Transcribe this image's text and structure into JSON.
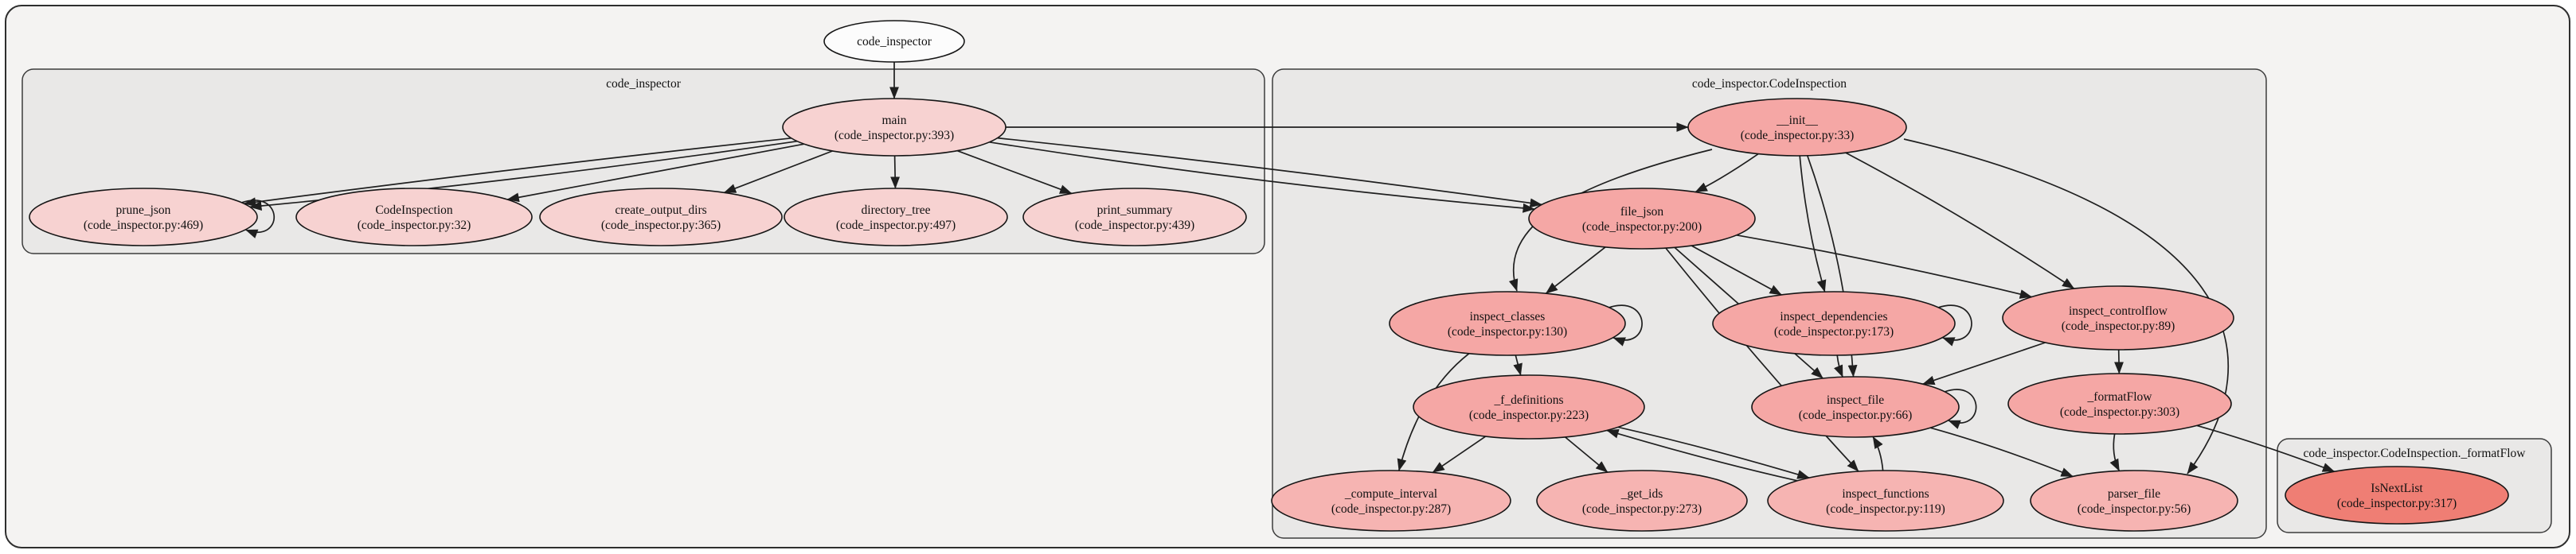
{
  "diagram": {
    "type": "call-graph",
    "colors": {
      "canvas_fill": "#f4f3f2",
      "cluster_fill": "#e9e8e7",
      "border": "#2e2e2e",
      "edge": "#1f1f1f",
      "node_root_fill": "#fcfcfc",
      "node_light_pink": "#f7d2d1",
      "node_mid_pink": "#f5a7a5",
      "node_soft_pink": "#f6b4b2",
      "node_deep_red": "#ef7e74"
    },
    "clusters": [
      {
        "id": "mod",
        "title": "code_inspector"
      },
      {
        "id": "cls",
        "title": "code_inspector.CodeInspection"
      },
      {
        "id": "fmt",
        "title": "code_inspector.CodeInspection._formatFlow"
      }
    ],
    "nodes": [
      {
        "id": "code_inspector",
        "cluster": null,
        "label": "code_inspector",
        "loc": "",
        "fill": "#fcfcfc"
      },
      {
        "id": "main",
        "cluster": "mod",
        "label": "main",
        "loc": "(code_inspector.py:393)",
        "fill": "#f7d2d1"
      },
      {
        "id": "prune_json",
        "cluster": "mod",
        "label": "prune_json",
        "loc": "(code_inspector.py:469)",
        "fill": "#f7d2d1"
      },
      {
        "id": "CodeInspection",
        "cluster": "mod",
        "label": "CodeInspection",
        "loc": "(code_inspector.py:32)",
        "fill": "#f7d2d1"
      },
      {
        "id": "create_output_dirs",
        "cluster": "mod",
        "label": "create_output_dirs",
        "loc": "(code_inspector.py:365)",
        "fill": "#f7d2d1"
      },
      {
        "id": "directory_tree",
        "cluster": "mod",
        "label": "directory_tree",
        "loc": "(code_inspector.py:497)",
        "fill": "#f7d2d1"
      },
      {
        "id": "print_summary",
        "cluster": "mod",
        "label": "print_summary",
        "loc": "(code_inspector.py:439)",
        "fill": "#f7d2d1"
      },
      {
        "id": "__init__",
        "cluster": "cls",
        "label": "__init__",
        "loc": "(code_inspector.py:33)",
        "fill": "#f5a7a5"
      },
      {
        "id": "file_json",
        "cluster": "cls",
        "label": "file_json",
        "loc": "(code_inspector.py:200)",
        "fill": "#f5a7a5"
      },
      {
        "id": "inspect_classes",
        "cluster": "cls",
        "label": "inspect_classes",
        "loc": "(code_inspector.py:130)",
        "fill": "#f5a7a5"
      },
      {
        "id": "inspect_dependencies",
        "cluster": "cls",
        "label": "inspect_dependencies",
        "loc": "(code_inspector.py:173)",
        "fill": "#f5a7a5"
      },
      {
        "id": "inspect_controlflow",
        "cluster": "cls",
        "label": "inspect_controlflow",
        "loc": "(code_inspector.py:89)",
        "fill": "#f5a7a5"
      },
      {
        "id": "_f_definitions",
        "cluster": "cls",
        "label": "_f_definitions",
        "loc": "(code_inspector.py:223)",
        "fill": "#f5a7a5"
      },
      {
        "id": "inspect_file",
        "cluster": "cls",
        "label": "inspect_file",
        "loc": "(code_inspector.py:66)",
        "fill": "#f5a7a5"
      },
      {
        "id": "_formatFlow",
        "cluster": "cls",
        "label": "_formatFlow",
        "loc": "(code_inspector.py:303)",
        "fill": "#f5a7a5"
      },
      {
        "id": "_compute_interval",
        "cluster": "cls",
        "label": "_compute_interval",
        "loc": "(code_inspector.py:287)",
        "fill": "#f6b4b2"
      },
      {
        "id": "_get_ids",
        "cluster": "cls",
        "label": "_get_ids",
        "loc": "(code_inspector.py:273)",
        "fill": "#f6b4b2"
      },
      {
        "id": "inspect_functions",
        "cluster": "cls",
        "label": "inspect_functions",
        "loc": "(code_inspector.py:119)",
        "fill": "#f6b4b2"
      },
      {
        "id": "parser_file",
        "cluster": "cls",
        "label": "parser_file",
        "loc": "(code_inspector.py:56)",
        "fill": "#f6b4b2"
      },
      {
        "id": "IsNextList",
        "cluster": "fmt",
        "label": "IsNextList",
        "loc": "(code_inspector.py:317)",
        "fill": "#ef7e74"
      }
    ],
    "edges": [
      {
        "from": "code_inspector",
        "to": "main"
      },
      {
        "from": "main",
        "to": "prune_json"
      },
      {
        "from": "main",
        "to": "prune_json"
      },
      {
        "from": "main",
        "to": "CodeInspection"
      },
      {
        "from": "main",
        "to": "create_output_dirs"
      },
      {
        "from": "main",
        "to": "directory_tree"
      },
      {
        "from": "main",
        "to": "print_summary"
      },
      {
        "from": "main",
        "to": "__init__"
      },
      {
        "from": "main",
        "to": "file_json"
      },
      {
        "from": "main",
        "to": "file_json"
      },
      {
        "from": "__init__",
        "to": "file_json"
      },
      {
        "from": "__init__",
        "to": "inspect_classes"
      },
      {
        "from": "__init__",
        "to": "inspect_dependencies"
      },
      {
        "from": "__init__",
        "to": "inspect_controlflow"
      },
      {
        "from": "__init__",
        "to": "inspect_file"
      },
      {
        "from": "__init__",
        "to": "parser_file"
      },
      {
        "from": "file_json",
        "to": "inspect_classes"
      },
      {
        "from": "file_json",
        "to": "inspect_dependencies"
      },
      {
        "from": "file_json",
        "to": "inspect_controlflow"
      },
      {
        "from": "file_json",
        "to": "inspect_file"
      },
      {
        "from": "file_json",
        "to": "inspect_functions"
      },
      {
        "from": "inspect_classes",
        "to": "_f_definitions"
      },
      {
        "from": "inspect_classes",
        "to": "_compute_interval"
      },
      {
        "from": "inspect_dependencies",
        "to": "inspect_file"
      },
      {
        "from": "inspect_controlflow",
        "to": "inspect_file"
      },
      {
        "from": "inspect_controlflow",
        "to": "_formatFlow"
      },
      {
        "from": "_f_definitions",
        "to": "_compute_interval"
      },
      {
        "from": "_f_definitions",
        "to": "_get_ids"
      },
      {
        "from": "_f_definitions",
        "to": "inspect_functions"
      },
      {
        "from": "inspect_functions",
        "to": "_f_definitions"
      },
      {
        "from": "inspect_functions",
        "to": "inspect_file"
      },
      {
        "from": "inspect_file",
        "to": "parser_file"
      },
      {
        "from": "_formatFlow",
        "to": "parser_file"
      },
      {
        "from": "_formatFlow",
        "to": "IsNextList"
      }
    ],
    "self_loops": [
      "prune_json",
      "inspect_classes",
      "inspect_dependencies",
      "inspect_file"
    ]
  }
}
